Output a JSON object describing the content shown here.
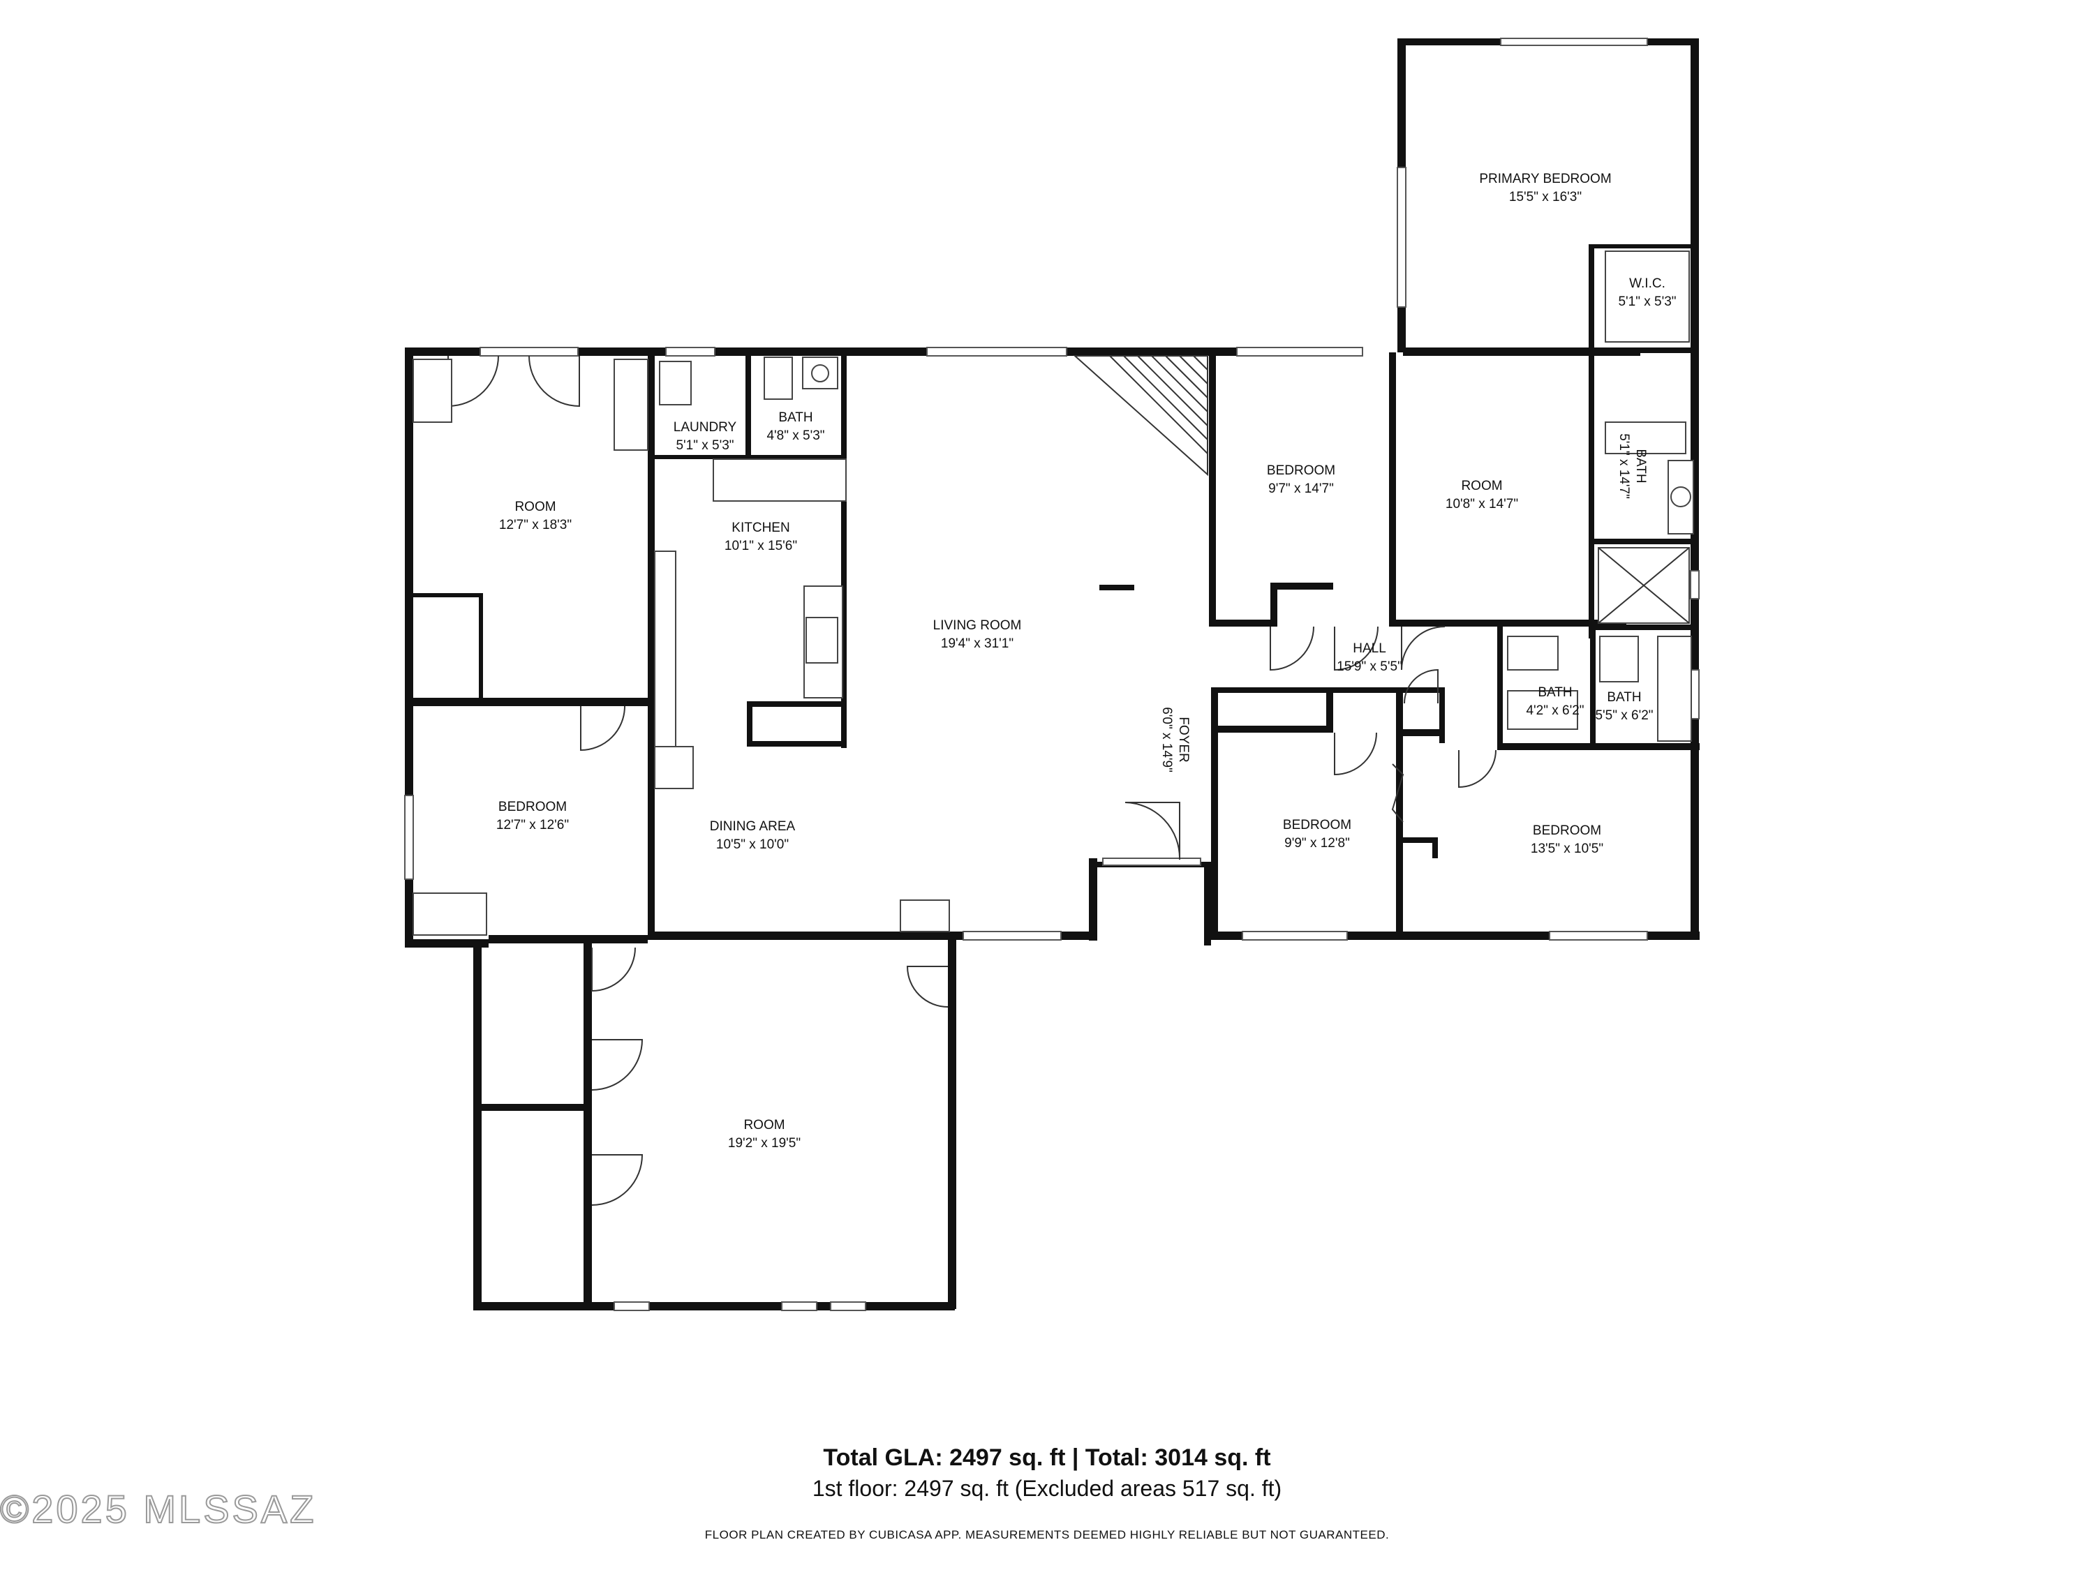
{
  "rooms": {
    "primary_bedroom": {
      "name": "PRIMARY BEDROOM",
      "dims": "15'5\" x 16'3\""
    },
    "wic": {
      "name": "W.I.C.",
      "dims": "5'1\" x 5'3\""
    },
    "bath_primary": {
      "name": "BATH",
      "dims": "5'1\" x 14'7\""
    },
    "room_left": {
      "name": "ROOM",
      "dims": "12'7\" x 18'3\""
    },
    "laundry": {
      "name": "LAUNDRY",
      "dims": "5'1\" x 5'3\""
    },
    "bath_small": {
      "name": "BATH",
      "dims": "4'8\" x 5'3\""
    },
    "kitchen": {
      "name": "KITCHEN",
      "dims": "10'1\" x 15'6\""
    },
    "living_room": {
      "name": "LIVING ROOM",
      "dims": "19'4\" x 31'1\""
    },
    "bedroom_center": {
      "name": "BEDROOM",
      "dims": "9'7\" x 14'7\""
    },
    "room_right": {
      "name": "ROOM",
      "dims": "10'8\" x 14'7\""
    },
    "hall": {
      "name": "HALL",
      "dims": "15'9\" x 5'5\""
    },
    "bath_hall_1": {
      "name": "BATH",
      "dims": "4'2\" x 6'2\""
    },
    "bath_hall_2": {
      "name": "BATH",
      "dims": "5'5\" x 6'2\""
    },
    "bedroom_left": {
      "name": "BEDROOM",
      "dims": "12'7\" x 12'6\""
    },
    "dining_area": {
      "name": "DINING AREA",
      "dims": "10'5\" x 10'0\""
    },
    "foyer": {
      "name": "FOYER",
      "dims": "6'0\" x 14'9\""
    },
    "bedroom_lower_mid": {
      "name": "BEDROOM",
      "dims": "9'9\" x 12'8\""
    },
    "bedroom_lower_right": {
      "name": "BEDROOM",
      "dims": "13'5\" x 10'5\""
    },
    "room_garage": {
      "name": "ROOM",
      "dims": "19'2\" x 19'5\""
    }
  },
  "summary": {
    "totals": "Total GLA: 2497 sq. ft | Total: 3014 sq. ft",
    "floor": "1st floor: 2497 sq. ft (Excluded areas 517 sq. ft)",
    "disclaimer": "FLOOR PLAN CREATED BY CUBICASA APP. MEASUREMENTS DEEMED HIGHLY RELIABLE BUT NOT GUARANTEED."
  },
  "watermark": "©2025 MLSSAZ"
}
